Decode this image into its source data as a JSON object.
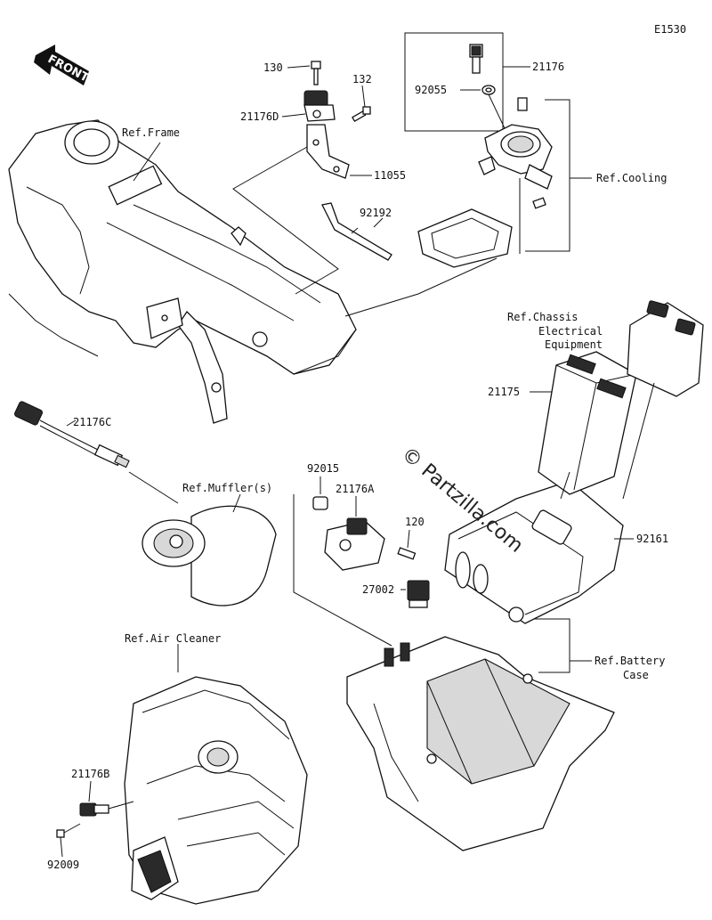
{
  "diagram_id": "E1530",
  "front_label": "FRONT",
  "watermark": "© Partzilla.com",
  "parts": {
    "p130": "130",
    "p132": "132",
    "p21176D": "21176D",
    "p11055": "11055",
    "p92192": "92192",
    "p21176": "21176",
    "p92055": "92055",
    "p21176C": "21176C",
    "p92015": "92015",
    "p21176A": "21176A",
    "p120": "120",
    "p27002": "27002",
    "p21175": "21175",
    "p92161": "92161",
    "p21176B": "21176B",
    "p92009": "92009"
  },
  "refs": {
    "frame": "Ref.Frame",
    "cooling": "Ref.Cooling",
    "chassis_1": "Ref.Chassis",
    "chassis_2": "Electrical",
    "chassis_3": "Equipment",
    "muffler": "Ref.Muffler(s)",
    "air_cleaner": "Ref.Air Cleaner",
    "battery_1": "Ref.Battery",
    "battery_2": "Case"
  }
}
